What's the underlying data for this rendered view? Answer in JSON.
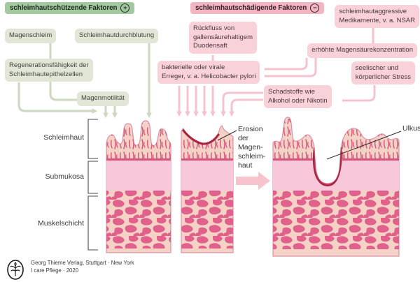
{
  "headers": {
    "protective": {
      "label": "schleimhautschützende Faktoren",
      "glyph": "+"
    },
    "damaging": {
      "label": "schleimhautschädigende Faktoren",
      "glyph": "−"
    }
  },
  "protective_factors": {
    "magenschleim": "Magenschleim",
    "durchblutung": "Schleimhautdurchblutung",
    "regeneration": "Regenerationsfähigkeit der\nSchleimhautepithelzellen",
    "motilitaet": "Magenmotilität"
  },
  "damaging_factors": {
    "rueckfluss": "Rückfluss von\ngallensäurehaltigem\nDuodensaft",
    "medikamente": "schleimhautaggressive\nMedikamente, v. a. NSAR",
    "saeurekonzentration": "erhöhte Magensäurekonzentration",
    "erreger": "bakterielle oder virale\nErreger, v. a. Helicobacter pylori",
    "stress": "seelischer und\nkörperlicher Stress",
    "schadstoffe": "Schadstoffe wie\nAlkohol oder Nikotin"
  },
  "tissue": {
    "layer_labels": {
      "schleimhaut": "Schleimhaut",
      "submukosa": "Submukosa",
      "muskelschicht": "Muskelschicht"
    },
    "annotations": {
      "erosion": "Erosion\nder\nMagen-\nschleim-\nhaut",
      "ulkus": "Ulkus"
    }
  },
  "footer": {
    "publisher": "Georg Thieme Verlag, Stuttgart · New York",
    "source": "I care Pflege · 2020"
  },
  "colors": {
    "protective_header": "#a3c9a0",
    "protective_box": "#e1e6d7",
    "protective_line": "#cdd7c2",
    "damaging_header": "#f3b5c1",
    "damaging_box": "#f8d2d8",
    "damaging_line": "#f5c3cd",
    "tissue_salmon": "#f4d2c5",
    "submucosa_pink": "#f8c8da",
    "muscle_pink": "#e0618c",
    "mucosa_line": "#d4567d",
    "erosion_red": "#a82640",
    "ulcer_red": "#ca3355"
  }
}
